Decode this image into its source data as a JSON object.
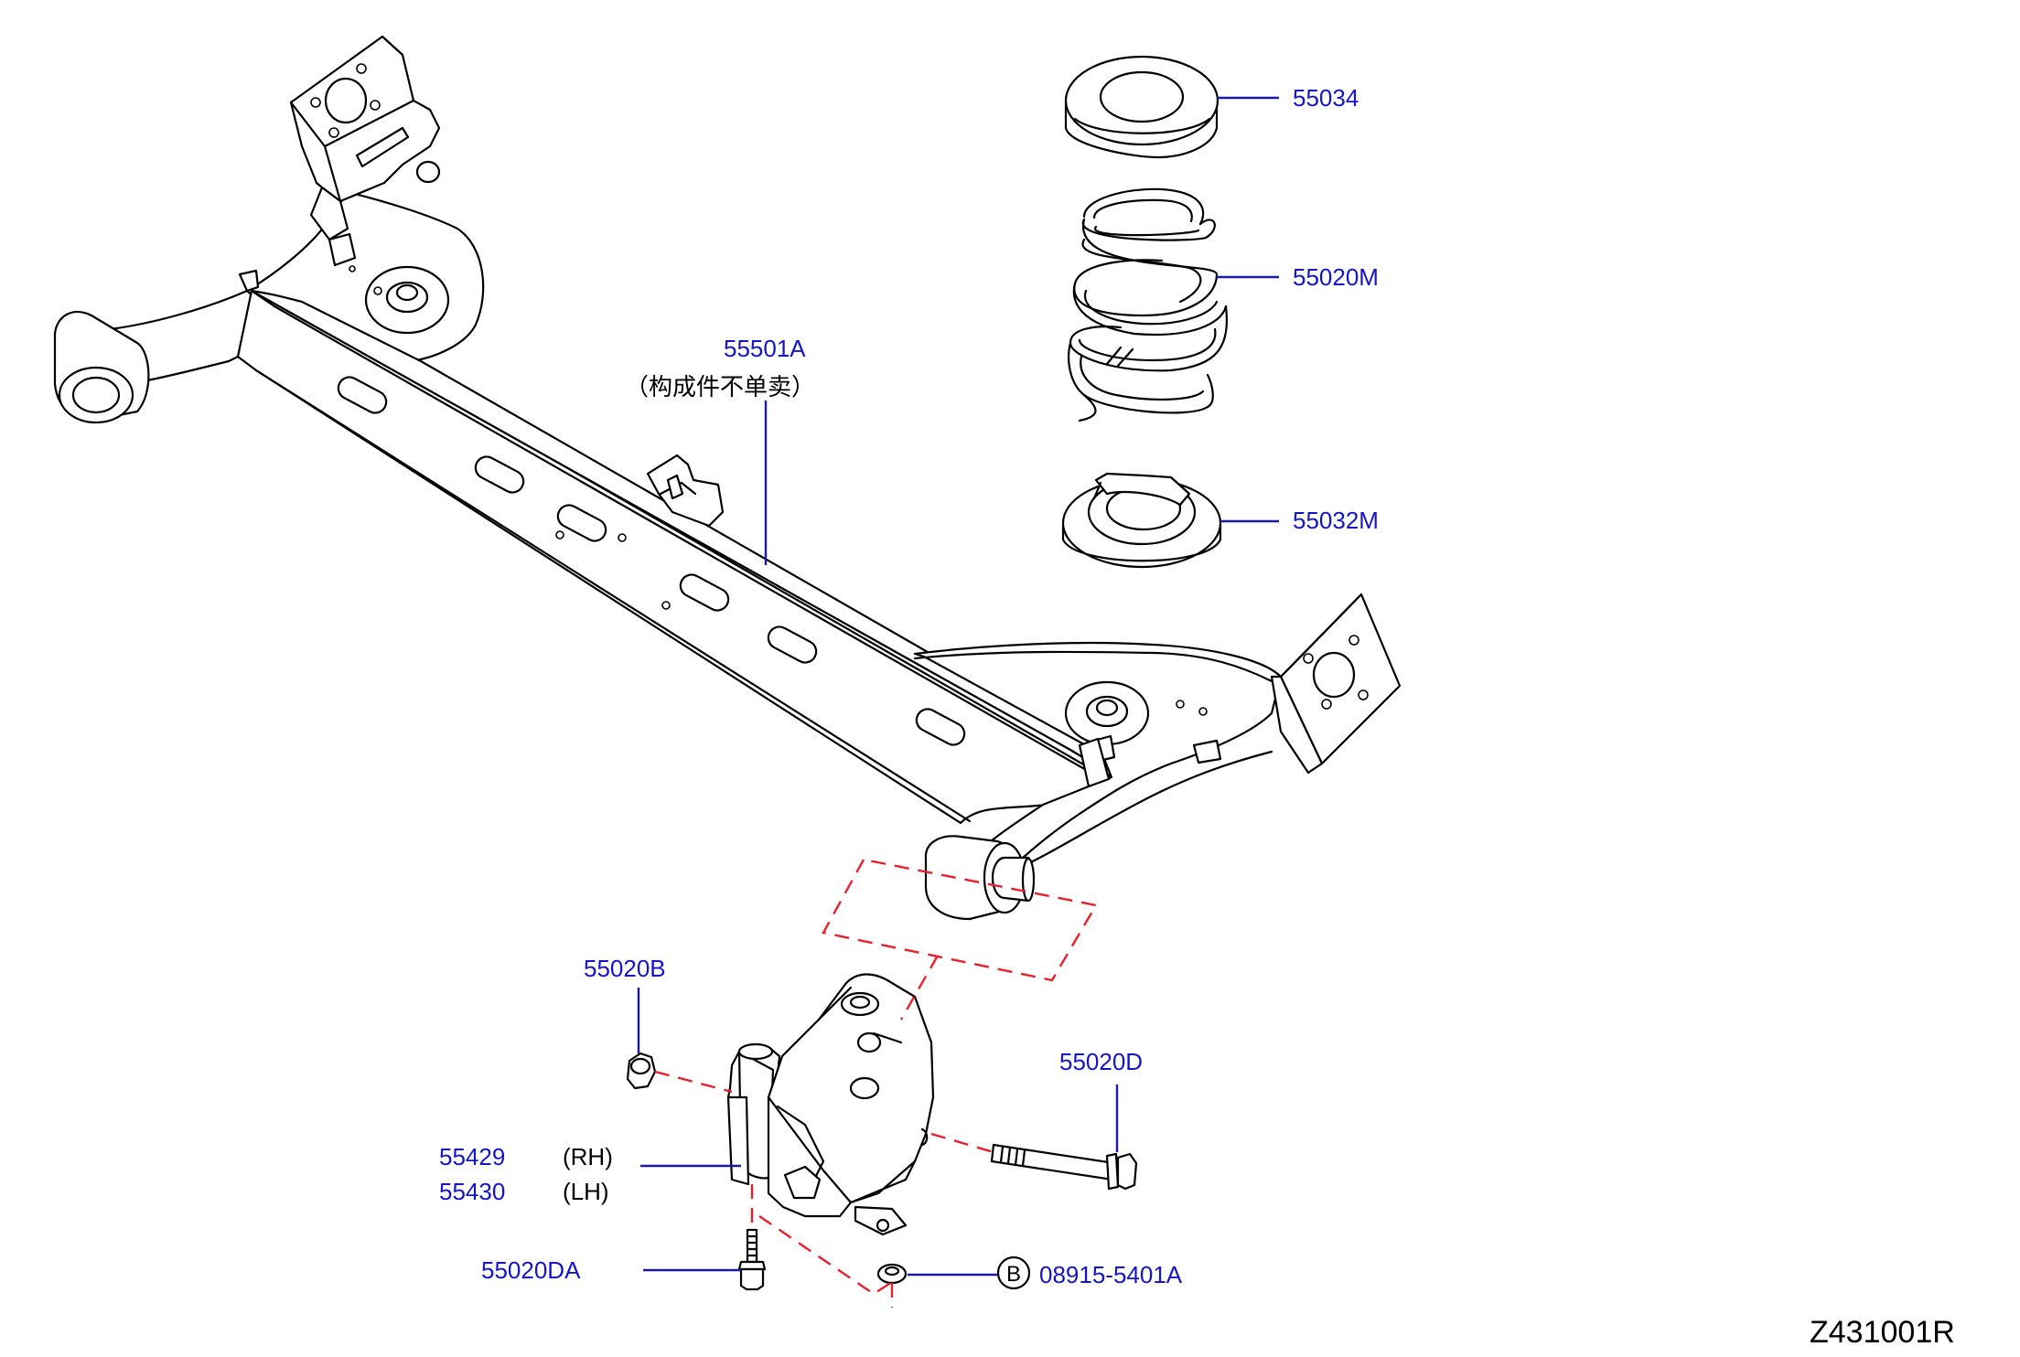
{
  "diagram_id": "Z431001R",
  "labels": {
    "p55034": "55034",
    "p55020M": "55020M",
    "p55501A": "55501A",
    "p55501A_note": "（构成件不单卖）",
    "p55032M": "55032M",
    "p55020B": "55020B",
    "p55020D": "55020D",
    "p55429": "55429",
    "p55429_side": "(RH)",
    "p55430": "55430",
    "p55430_side": "(LH)",
    "p55020DA": "55020DA",
    "p08915": "08915-5401A",
    "b_marker": "B"
  },
  "colors": {
    "part_number": "#1515c8",
    "leader_line": "#1a1aa6",
    "phantom_line": "#e8202a",
    "drawing": "#000000"
  }
}
